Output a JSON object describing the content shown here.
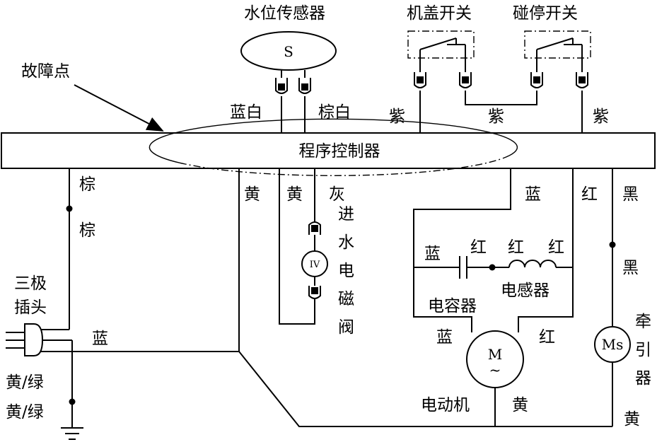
{
  "components": {
    "water_level_sensor": {
      "title": "水位传感器",
      "symbol": "S"
    },
    "lid_switch": {
      "title": "机盖开关"
    },
    "collision_switch": {
      "title": "碰停开关"
    },
    "fault_point": "故障点",
    "controller": "程序控制器",
    "three_pin_plug": {
      "line1": "三极",
      "line2": "插头"
    },
    "inlet_valve": {
      "symbol": "IV",
      "chars": [
        "进",
        "水",
        "电",
        "磁",
        "阀"
      ]
    },
    "capacitor": "电容器",
    "inductor": "电感器",
    "motor": {
      "symbol": "M",
      "sub": "~",
      "label": "电动机"
    },
    "tractor": {
      "symbol": "Ms",
      "chars": [
        "牵",
        "引",
        "器"
      ]
    }
  },
  "wires": {
    "blue_white": "蓝白",
    "brown_white": "棕白",
    "purple_left": "紫",
    "purple_mid": "紫",
    "purple_right": "紫",
    "brown_upper": "棕",
    "brown_lower": "棕",
    "yellow_a": "黄",
    "yellow_b": "黄",
    "gray": "灰",
    "blue_motor_top": "蓝",
    "red_top": "红",
    "black_top": "黑",
    "black_bottom": "黑",
    "cap_blue": "蓝",
    "cap_red": "红",
    "ind_red_left": "红",
    "ind_red_right": "红",
    "plug_blue": "蓝",
    "yg_upper": "黄/绿",
    "yg_lower": "黄/绿",
    "motor_blue": "蓝",
    "motor_red": "红",
    "motor_yellow": "黄",
    "tractor_yellow": "黄"
  }
}
